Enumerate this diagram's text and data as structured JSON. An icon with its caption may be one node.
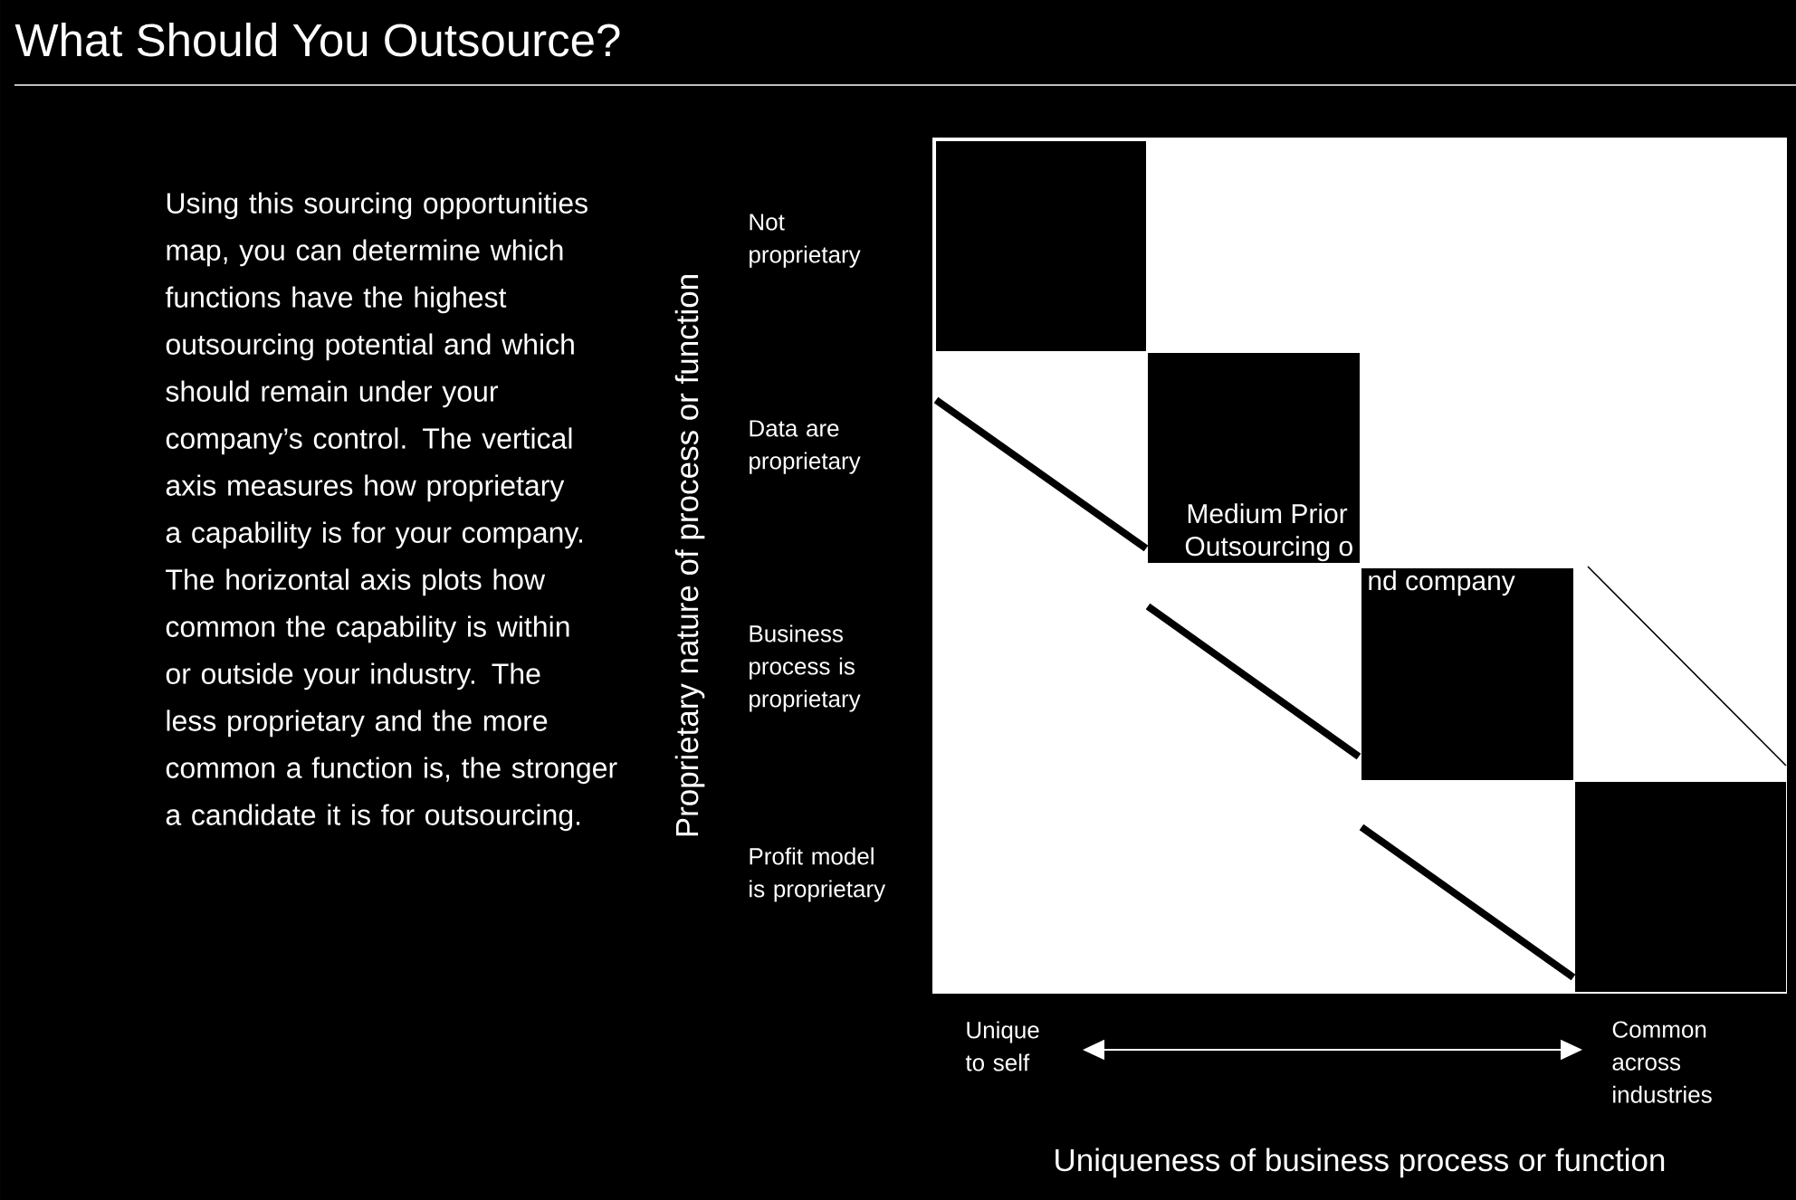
{
  "diagram": {
    "title": "What Should You Outsource?",
    "nodes": [
      {
        "text": [],
        "shape": "box"
      },
      {
        "text": [],
        "shape": "box"
      },
      {
        "text": [],
        "shape": "box"
      },
      {
        "text": [],
        "shape": "box"
      }
    ],
    "labels": [
      "Using this sourcing opportunities map, you can determine which functions have the highest outsourcing potential and which should remain under your company’s control. The vertical axis measures how proprietary a capability is for your company. The horizontal axis plots how common the capability is within or outside your industry. The less proprietary and the more common a function is, the stronger a candidate it is for outsourcing.",
      "Proprietary nature of process or function",
      "Not proprietary",
      "Data are proprietary",
      "Business process is proprietary",
      "Profit model is proprietary",
      "Medium Prior",
      "Outsourcing o",
      "nd company",
      "Unique to self",
      "Common across industries",
      "Uniqueness of business process or function"
    ]
  }
}
